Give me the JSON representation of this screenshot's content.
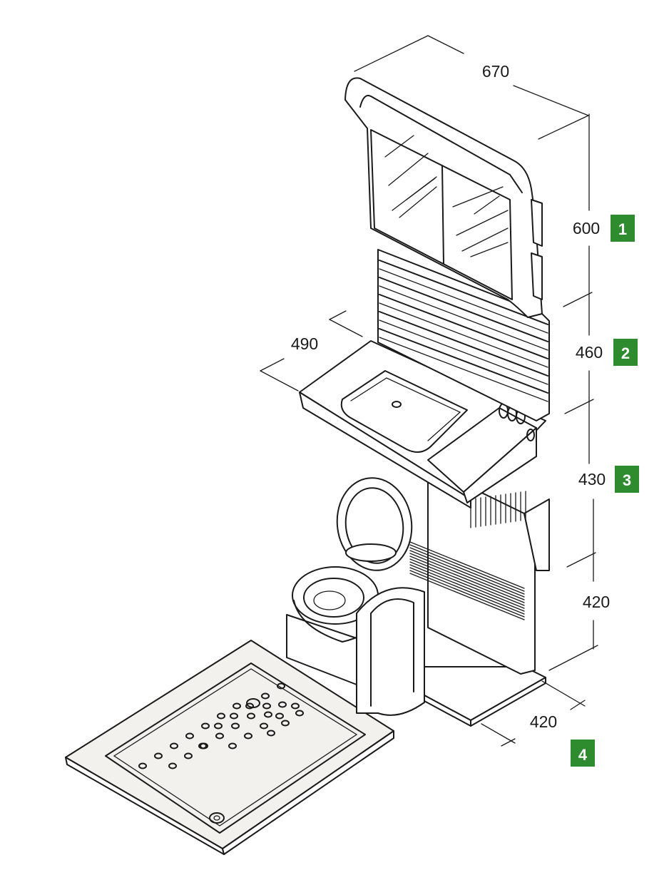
{
  "dimensions": {
    "width_top": "670",
    "height_1": "600",
    "height_2": "460",
    "height_3": "430",
    "height_4": "420",
    "depth_basin": "490",
    "depth_base": "420"
  },
  "badges": {
    "b1": "1",
    "b2": "2",
    "b3": "3",
    "b4": "4",
    "color": "#2e8b2e"
  }
}
